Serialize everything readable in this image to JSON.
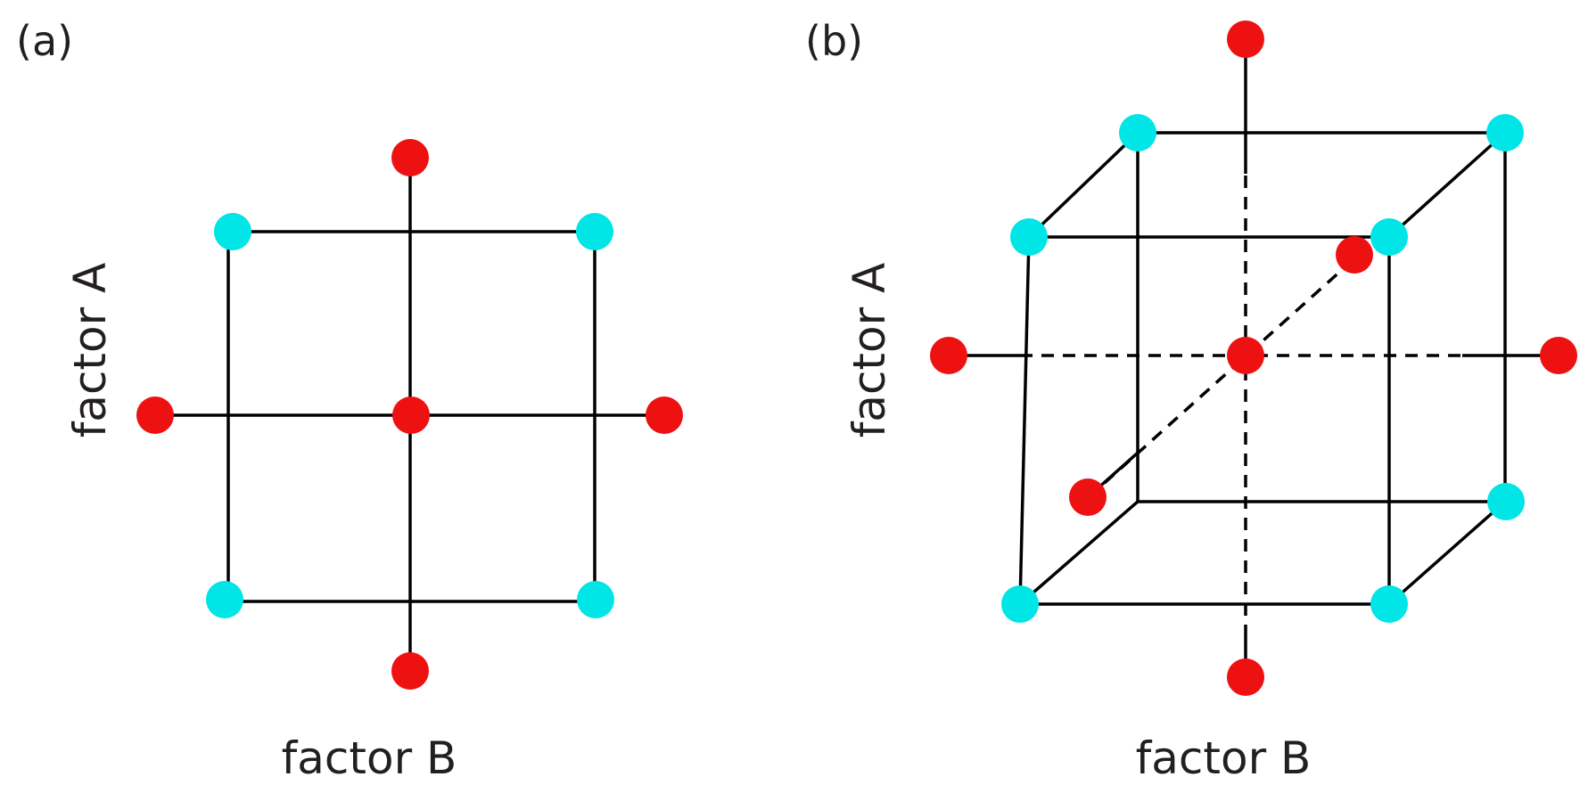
{
  "figure": {
    "panel_a": {
      "tag": "(a)",
      "ylabel": "factor A",
      "xlabel": "factor B"
    },
    "panel_b": {
      "tag": "(b)",
      "ylabel": "factor A",
      "xlabel": "factor B"
    }
  },
  "colors": {
    "factorial_point": "#00e5e5",
    "star_point": "#ee1111",
    "line": "#000000",
    "text": "#231f20"
  },
  "icons": {
    "factorial_point": "cyan-dot",
    "star_point": "red-dot"
  }
}
